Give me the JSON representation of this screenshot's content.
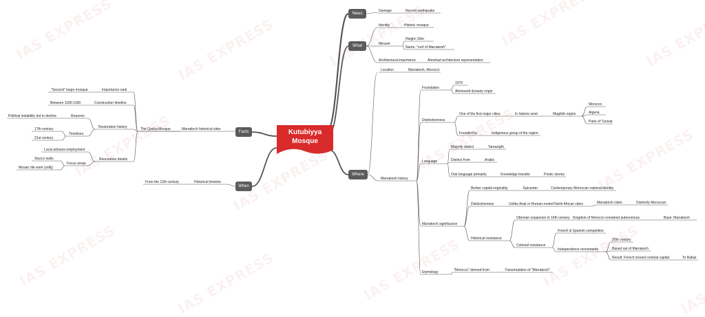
{
  "watermark": "IAS EXPRESS",
  "colors": {
    "link": "#555555",
    "branch_box": "#5b5b5b",
    "central": "#d92b2b"
  },
  "central": {
    "title_line1": "Kutubiyya",
    "title_line2": "Mosque"
  },
  "branches": {
    "news": "News",
    "what": "What",
    "where": "Where",
    "facts": "Facts",
    "when": "When"
  },
  "news": {
    "damage": "Damage",
    "recent_earthquake": "Recent earthquake"
  },
  "what": {
    "identity": "Identity",
    "historic_mosque": "Historic mosque",
    "minaret": "Minaret",
    "height": "Height: 69m",
    "name": "Name: \"roof of Marrakesh\"",
    "arch_importance": "Architectural importance",
    "almohad": "Almohad architecture representation"
  },
  "where": {
    "location": "Location",
    "marrakesh_morocco": "Marrakesh, Morocco",
    "marrakesh_history": "Marrakesh history",
    "foundation": "Foundation",
    "y1070": "1070",
    "almoravid": "Almoravid dynasty origin",
    "distinctiveness": "Distinctiveness",
    "one_of_first": "One of the first major cities",
    "in_islamic_west": "In Islamic west",
    "maghrib": "Maghrib region",
    "morocco": "Morocco",
    "algeria": "Algeria",
    "tunisia": "Parts of Tunisia",
    "founded_by": "Founded by",
    "indigenous": "Indigenous group of the region",
    "language": "Language",
    "majority_dialect": "Majority dialect",
    "tamazight": "Tamazight",
    "distinct_from": "Distinct from",
    "arabic": "Arabic",
    "oral_language": "Oral language primarily",
    "knowledge_transfer": "Knowledge transfer",
    "poetic_stories": "Poetic stories",
    "significance": "Marrakech significance",
    "berber_capital": "Berber capital originality",
    "epicenter": "Epicenter",
    "contemporary": "Contemporary Moroccan national identity",
    "distinctiveness2": "Distinctiveness",
    "unlike_arab": "Unlike Arab or Roman-rooted North African cities",
    "marrakesh_claim": "Marrakesh claim",
    "distinctly_moroccan": "Distinctly Moroccan",
    "historical_resistance": "Historical resistance",
    "ottoman": "Ottoman expansion in 16th century",
    "kingdom": "Kingdom of Morocco remained autonomous",
    "base": "Base: Marrakech",
    "colonial": "Colonial resistance",
    "french_spanish": "French & Spanish competition",
    "independence": "Independence movements",
    "c20": "20th century",
    "based_out": "Based out of Marrakech",
    "result": "Result: French moved colonial capital",
    "to_rabat": "To Rabat",
    "etymology": "Etymology",
    "derived": "\"Morocco\" derived from",
    "transmutation": "Transmutation of \"Marrakech\""
  },
  "facts": {
    "sites": "Marrakech historical sites",
    "qasba": "The Qasba Mosque",
    "importance_rank": "Importance rank",
    "second_major": "\"Second\" major mosque",
    "construction": "Construction timeline",
    "between": "Between 1185-1189",
    "restoration": "Restoration history",
    "reasons": "Reasons",
    "political": "Political instability led to decline",
    "timelines": "Timelines",
    "c17": "17th century",
    "c21": "21st century",
    "renovation": "Renovation details",
    "artisans": "Local artisans employment",
    "focus": "Focus areas",
    "stucco": "Stucco walls",
    "mosaic": "Mosaic tile work (zellij)"
  },
  "when": {
    "timeline": "Historical timeline",
    "from12": "From the 12th century"
  }
}
